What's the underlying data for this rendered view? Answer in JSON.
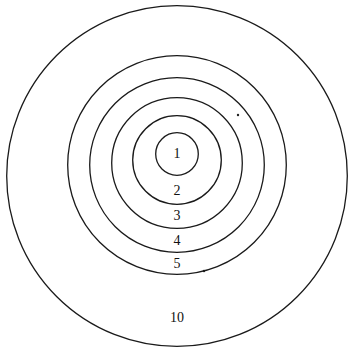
{
  "diagram": {
    "nodes": [
      {
        "text": [
          "10"
        ]
      },
      {
        "text": [
          "5"
        ],
        "in": 0
      },
      {
        "text": [
          "4"
        ],
        "in": 1
      },
      {
        "text": [
          "3"
        ],
        "in": 2
      },
      {
        "text": [
          "2"
        ],
        "in": 3
      },
      {
        "text": [
          "1"
        ],
        "in": 4
      }
    ]
  }
}
